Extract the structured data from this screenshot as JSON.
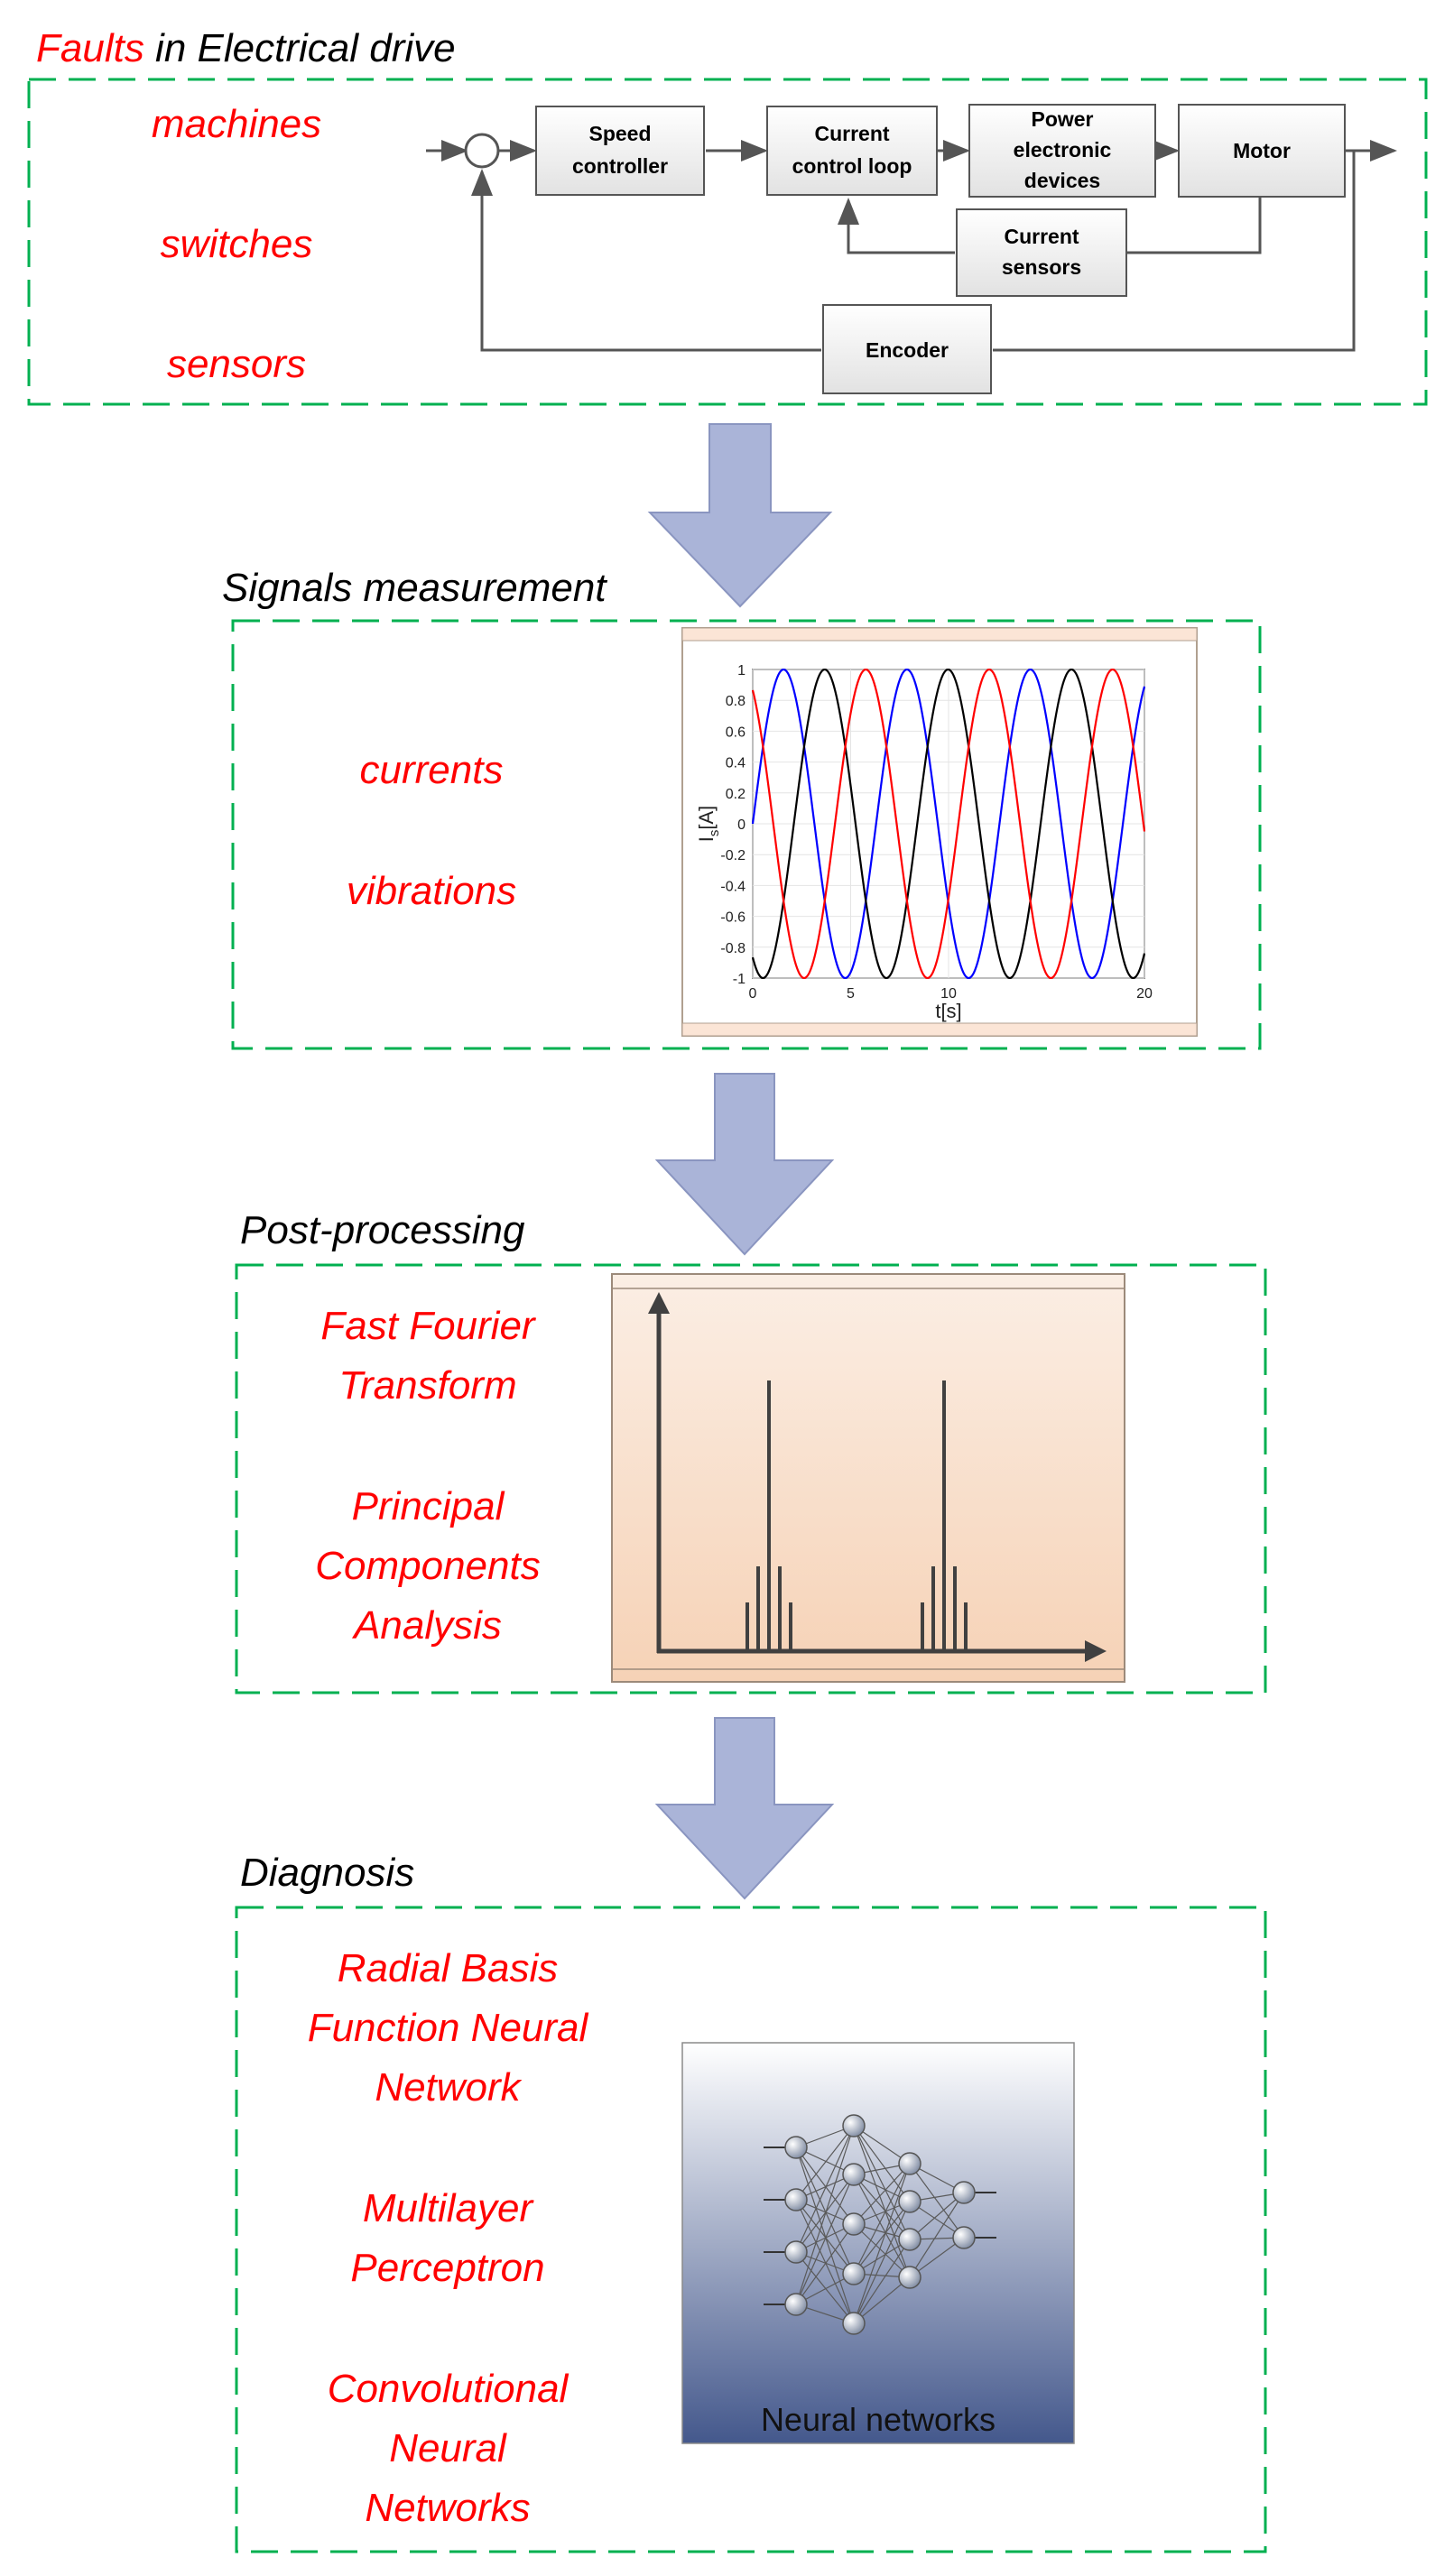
{
  "sections": {
    "drive": {
      "title_red": "Faults",
      "title_rest": " in Electrical drive",
      "items": [
        "machines",
        "switches",
        "sensors"
      ],
      "blocks": {
        "speed": [
          "Speed",
          "controller"
        ],
        "current_loop": [
          "Current",
          "control loop"
        ],
        "power": [
          "Power",
          "electronic",
          "devices"
        ],
        "motor": [
          "Motor"
        ],
        "sensors": [
          "Current",
          "sensors"
        ],
        "encoder": [
          "Encoder"
        ]
      }
    },
    "signals": {
      "title": "Signals measurement",
      "items": [
        "currents",
        "vibrations"
      ]
    },
    "post": {
      "title": "Post-processing",
      "items": [
        "Fast Fourier",
        "Transform",
        "Principal",
        "Components",
        "Analysis"
      ]
    },
    "diagnosis": {
      "title": "Diagnosis",
      "items": [
        "Radial Basis",
        "Function Neural",
        "Network",
        "Multilayer",
        "Perceptron",
        "Convolutional",
        "Neural",
        "Networks"
      ],
      "nn_caption": "Neural networks"
    }
  },
  "chart_data": {
    "type": "line",
    "xlabel": "t[s]",
    "ylabel": "I",
    "ylabel_sub": "s",
    "ylabel_unit": "[A]",
    "xlim": [
      0,
      20
    ],
    "ylim": [
      -1,
      1
    ],
    "xticks": [
      "0",
      "5",
      "10",
      "20"
    ],
    "xtick_values": [
      0,
      5,
      10,
      20
    ],
    "yticks": [
      "1",
      "0.8",
      "0.6",
      "0.4",
      "0.2",
      "0",
      "-0.2",
      "-0.4",
      "-0.6",
      "-0.8",
      "-1"
    ],
    "ytick_values": [
      1,
      0.8,
      0.6,
      0.4,
      0.2,
      0,
      -0.2,
      -0.4,
      -0.6,
      -0.8,
      -1
    ],
    "series": [
      {
        "color": "#0000ff",
        "period": 6.3,
        "phase_deg": 0
      },
      {
        "color": "#000000",
        "period": 6.3,
        "phase_deg": -120
      },
      {
        "color": "#ff0000",
        "period": 6.3,
        "phase_deg": 120
      }
    ]
  },
  "colors": {
    "red_text": "#ff0000",
    "dashed_border": "#00b050",
    "arrow_fill": "#aab4d8",
    "chart_frame": "#fbe5d6"
  }
}
